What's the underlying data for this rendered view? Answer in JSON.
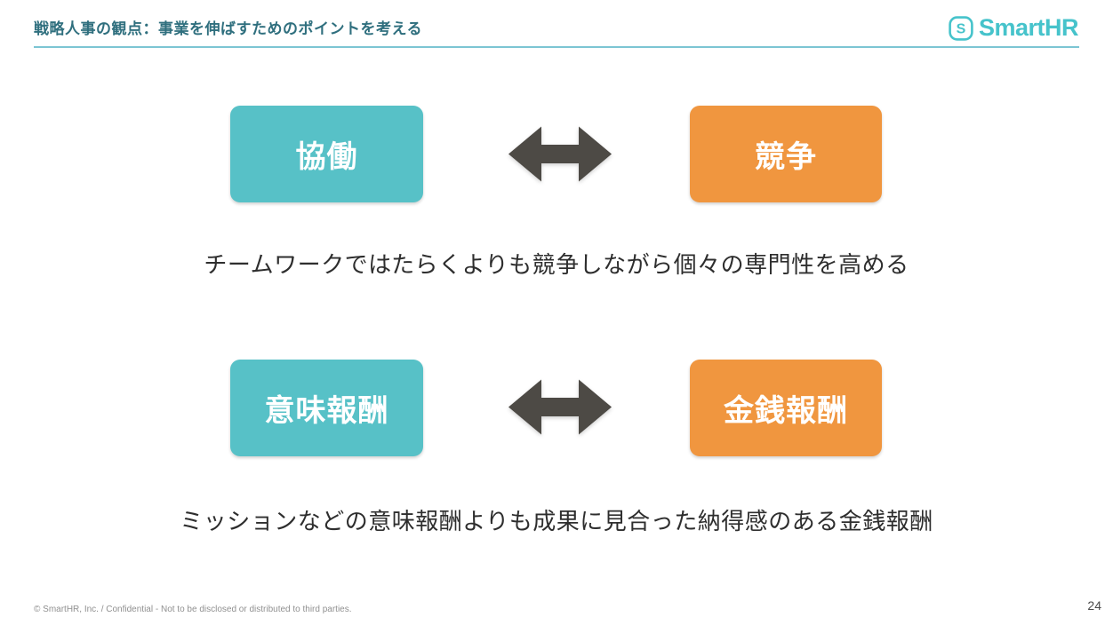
{
  "slide": {
    "title": "戦略人事の観点：事業を伸ばすためのポイントを考える",
    "logo_text": "SmartHR",
    "footer": "© SmartHR, Inc. / Confidential - Not to be disclosed or distributed to third parties.",
    "page_number": "24"
  },
  "sections": [
    {
      "left_box": "協働",
      "right_box": "競争",
      "caption": "チームワークではたらくよりも競争しながら個々の専門性を高める"
    },
    {
      "left_box": "意味報酬",
      "right_box": "金銭報酬",
      "caption": "ミッションなどの意味報酬よりも成果に見合った納得感のある金銭報酬"
    }
  ],
  "icons": {
    "arrow": "double-headed-horizontal-arrow",
    "logo": "smarthr-s-badge"
  },
  "colors": {
    "teal_box": "#57C1C7",
    "orange_box": "#F0963F",
    "arrow": "#4D4A45",
    "title_text": "#2F6F7E",
    "divider": "#7CC5D3",
    "logo": "#46C3CB"
  }
}
